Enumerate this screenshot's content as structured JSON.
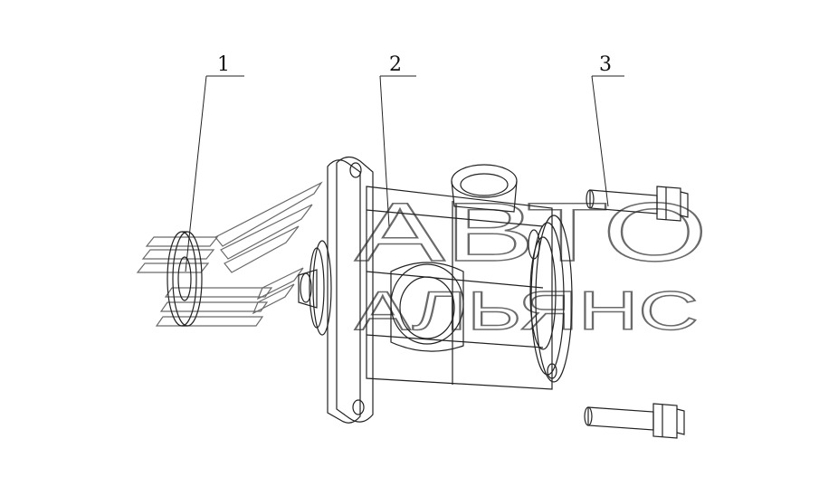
{
  "diagram": {
    "callouts": [
      {
        "label": "1",
        "part": "washer"
      },
      {
        "label": "2",
        "part": "valve-body"
      },
      {
        "label": "3",
        "part": "bolt"
      }
    ]
  },
  "watermark": {
    "line1": "АВТО",
    "line2": "АЛЬЯНС"
  },
  "colors": {
    "line": "#222222",
    "watermark": "#6a6a6a"
  }
}
